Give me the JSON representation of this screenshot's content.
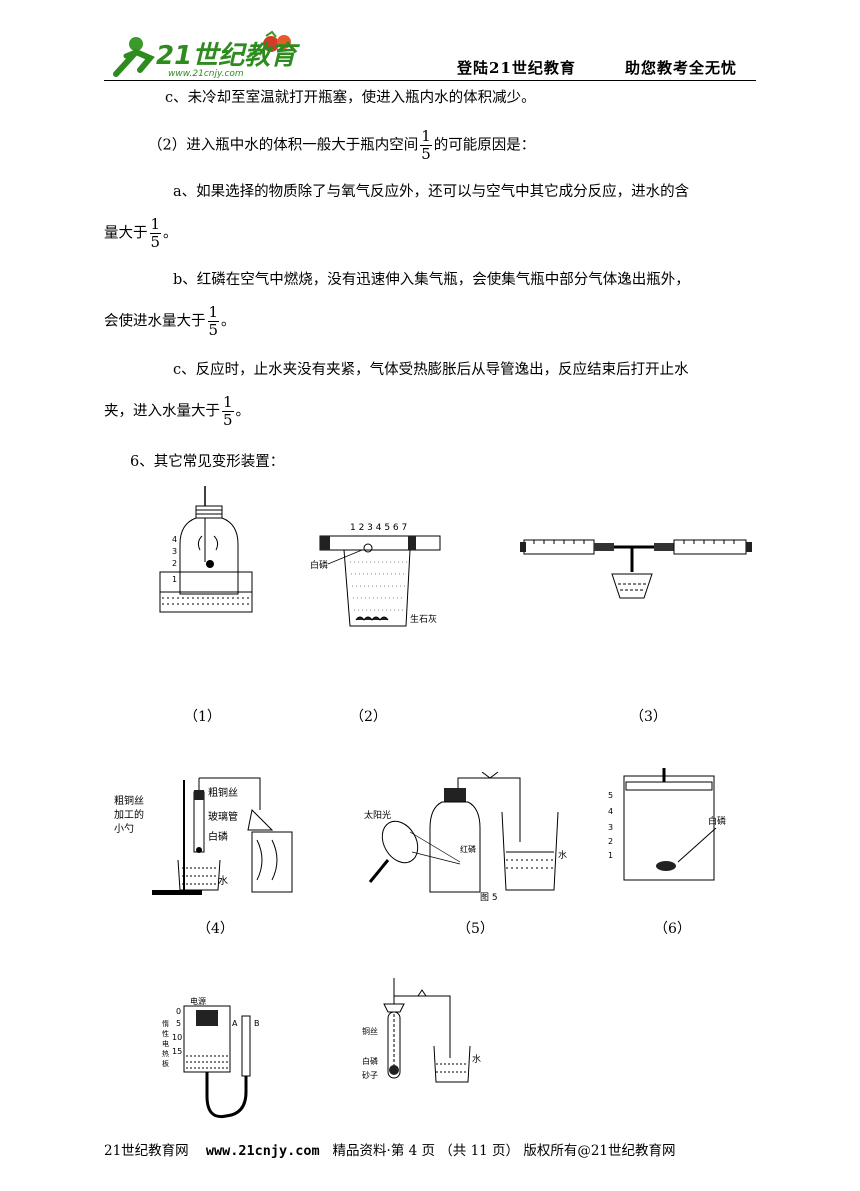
{
  "header": {
    "logo_text": "21世纪教育",
    "logo_url": "www.21cnjy.com",
    "right_1": "登陆21世纪教育",
    "right_2": "助您教考全无忧"
  },
  "paragraphs": {
    "c1": "c、未冷却至室温就打开瓶塞，使进入瓶内水的体积减少。",
    "q2_before": "（2）进入瓶中水的体积一般大于瓶内空间",
    "q2_after": "的可能原因是：",
    "a_line1": "a、如果选择的物质除了与氧气反应外，还可以与空气中其它成分反应，进水的含",
    "a_line2_before": "量大于",
    "a_line2_after": "。",
    "b_line1": "b、红磷在空气中燃烧，没有迅速伸入集气瓶，会使集气瓶中部分气体逸出瓶外，",
    "b_line2_before": "会使进水量大于",
    "b_line2_after": "。",
    "c_line1": "c、反应时，止水夹没有夹紧，气体受热膨胀后从导管逸出，反应结束后打开止水",
    "c_line2_before": "夹，进入水量大于",
    "c_line2_after": "。",
    "section6": "6、其它常见变形装置："
  },
  "fraction": {
    "numerator": "1",
    "denominator": "5"
  },
  "figure_labels": {
    "fig1_scale": [
      "4",
      "3",
      "2",
      "1"
    ],
    "fig2_scale": "1 2 3 4 5 6 7",
    "fig2_white_p": "白磷",
    "fig2_quicklime": "生石灰",
    "fig4_coarse_cu": "粗铜丝",
    "fig4_glass_tube": "玻璃管",
    "fig4_white_p": "白磷",
    "fig4_water": "水",
    "fig4_hook_1": "粗铜丝",
    "fig4_hook_2": "加工的",
    "fig4_hook_3": "小勺",
    "fig5_sunlight": "太阳光",
    "fig5_red_p": "红磷",
    "fig5_water": "水",
    "fig5_caption": "图 5",
    "fig6_scale": [
      "5",
      "4",
      "3",
      "2",
      "1"
    ],
    "fig6_white_p": "白磷",
    "fig7_power": "电源",
    "fig7_scale": [
      "0",
      "5",
      "10",
      "15"
    ],
    "fig7_heater": [
      "惰",
      "性",
      "电",
      "热",
      "板"
    ],
    "fig7_a": "A",
    "fig7_b": "B",
    "fig8_cu_wire": "铜丝",
    "fig8_white_p": "白磷",
    "fig8_sand": "砂子",
    "fig8_water": "水"
  },
  "captions": [
    "（1）",
    "（2）",
    "（3）",
    "（4）",
    "（5）",
    "（6）"
  ],
  "footer": {
    "site": "21世纪教育网",
    "url": "www.21cnjy.com",
    "text": "精品资料·第 4 页 （共 11 页） 版权所有@21世纪教育网"
  }
}
